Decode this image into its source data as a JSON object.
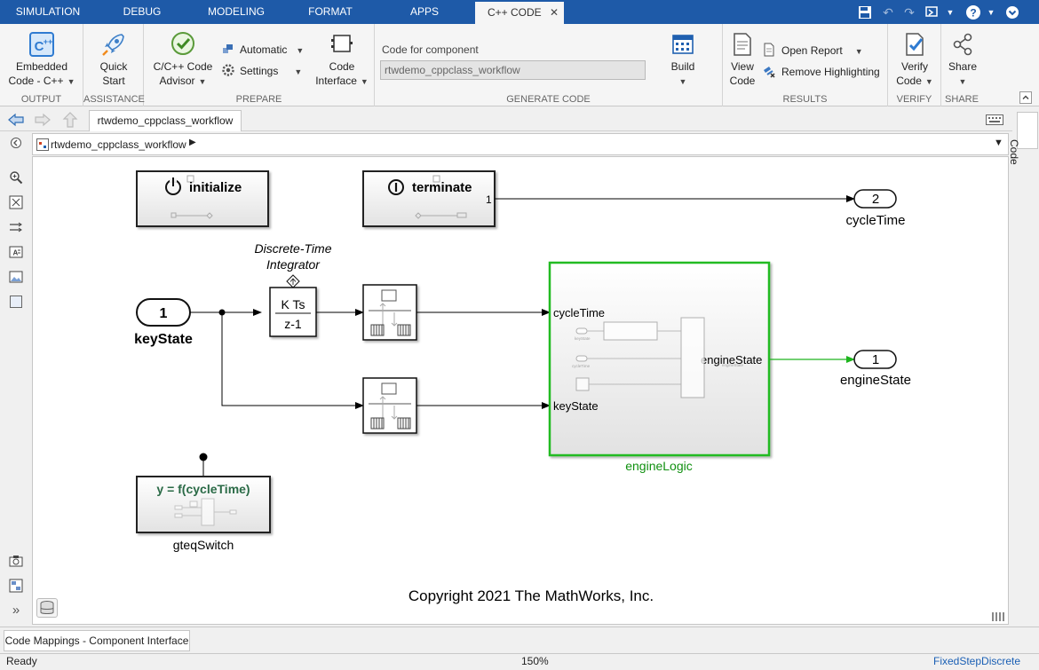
{
  "tabs": {
    "simulation": "SIMULATION",
    "debug": "DEBUG",
    "modeling": "MODELING",
    "format": "FORMAT",
    "apps": "APPS",
    "cpp_code": "C++ CODE",
    "close": "✕"
  },
  "toolstrip": {
    "output": {
      "label": "OUTPUT",
      "embedded_line1": "Embedded",
      "embedded_line2": "Code - C++"
    },
    "assistance": {
      "label": "ASSISTANCE",
      "quick_line1": "Quick",
      "quick_line2": "Start"
    },
    "prepare": {
      "label": "PREPARE",
      "advisor_line1": "C/C++ Code",
      "advisor_line2": "Advisor",
      "automatic": "Automatic",
      "settings": "Settings",
      "interface_line1": "Code",
      "interface_line2": "Interface"
    },
    "generate": {
      "label": "GENERATE CODE",
      "component_label": "Code for component",
      "component_value": "rtwdemo_cppclass_workflow",
      "build": "Build"
    },
    "results": {
      "label": "RESULTS",
      "view_line1": "View",
      "view_line2": "Code",
      "open_report": "Open Report",
      "remove_highlighting": "Remove Highlighting"
    },
    "verify": {
      "label": "VERIFY",
      "verify_line1": "Verify",
      "verify_line2": "Code"
    },
    "share": {
      "label": "SHARE",
      "share": "Share"
    }
  },
  "editor": {
    "model_tab": "rtwdemo_cppclass_workflow",
    "breadcrumb": "rtwdemo_cppclass_workflow",
    "code_tab": "Code"
  },
  "diagram": {
    "initialize": "initialize",
    "terminate": "terminate",
    "terminate_port": "1",
    "cycle_port_num": "2",
    "cycle_port_label": "cycleTime",
    "integrator_title_line1": "Discrete-Time",
    "integrator_title_line2": "Integrator",
    "integrator_num": "K Ts",
    "integrator_den": "z-1",
    "key_port_num": "1",
    "key_port_label": "keyState",
    "engine_in_cycle": "cycleTime",
    "engine_in_key": "keyState",
    "engine_out": "engineState",
    "engine_inner_key": "keyState",
    "engine_inner_cycle": "cycleTime",
    "engine_inner_out": "engineState",
    "engine_name": "engineLogic",
    "engine_out_port_num": "1",
    "engine_out_port_label": "engineState",
    "func_label": "y = f(cycleTime)",
    "func_name": "gteqSwitch",
    "copyright": "Copyright 2021 The MathWorks, Inc."
  },
  "bottom": {
    "code_mappings_tab": "Code Mappings - Component Interface"
  },
  "status": {
    "ready": "Ready",
    "zoom": "150%",
    "solver": "FixedStepDiscrete"
  },
  "colors": {
    "brand": "#1e5aa8",
    "engine_green": "#22bb22",
    "engine_name": "#109010",
    "func_text": "#2a6a46",
    "solver_link": "#1a5fb4"
  }
}
